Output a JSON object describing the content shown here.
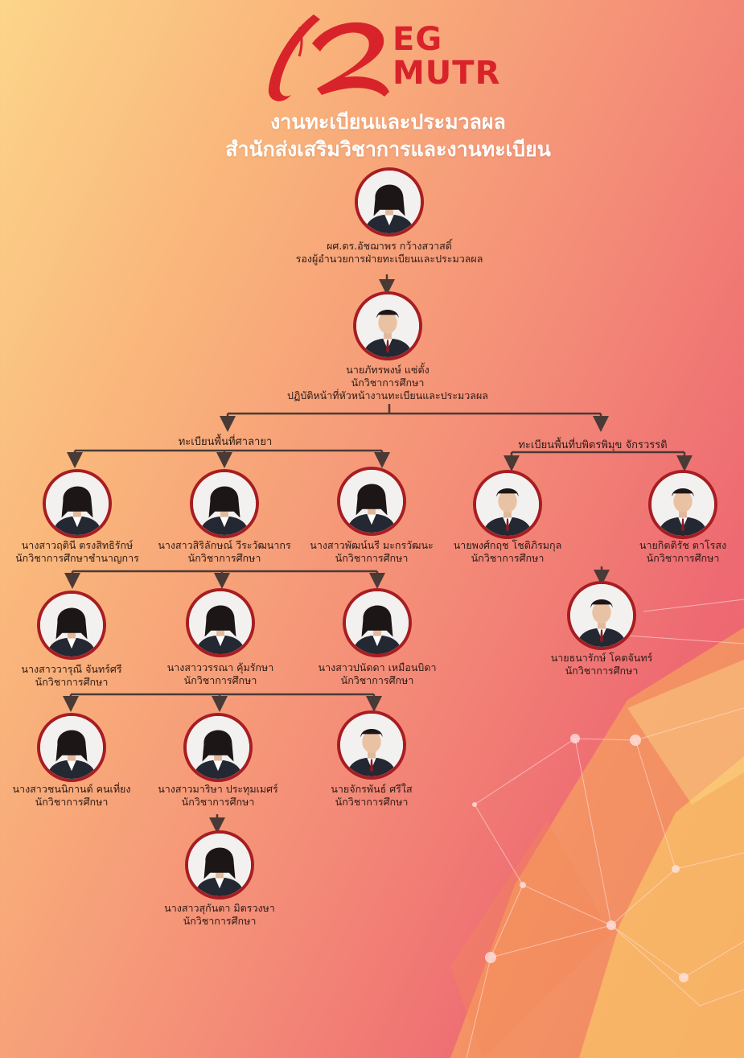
{
  "logo": {
    "line1": "EG",
    "line2": "MUTR"
  },
  "header": {
    "title": "งานทะเบียนและประมวลผล",
    "subtitle": "สำนักส่งเสริมวิชาการและงานทะเบียน"
  },
  "branches": {
    "salaya": "ทะเบียนพื้นที่ศาลายา",
    "bophit": "ทะเบียนพื้นที่บพิตรพิมุข จักรวรรดิ"
  },
  "people": [
    {
      "id": "p1",
      "name": "ผศ.ดร.อัชฌาพร กว้างสวาสดิ์",
      "role": "รองผู้อำนวยการฝ่ายทะเบียนและประมวลผล",
      "role2": "",
      "gender": "f"
    },
    {
      "id": "p2",
      "name": "นายภัทรพงษ์ แซ่ตั้ง",
      "role": "นักวิชาการศึกษา",
      "role2": "ปฏิบัติหน้าที่หัวหน้างานทะเบียนและประมวลผล",
      "gender": "m"
    },
    {
      "id": "p3",
      "name": "นางสาวฤตินี ตรงสิทธิรักษ์",
      "role": "นักวิชาการศึกษาชำนาญการ",
      "role2": "",
      "gender": "f"
    },
    {
      "id": "p4",
      "name": "นางสาวสิริลักษณ์ วีระวัฒนากร",
      "role": "นักวิชาการศึกษา",
      "role2": "",
      "gender": "f"
    },
    {
      "id": "p5",
      "name": "นางสาวพัฒน์นรี มะกรวัฒนะ",
      "role": "นักวิชาการศึกษา",
      "role2": "",
      "gender": "f"
    },
    {
      "id": "p6",
      "name": "นายพงศ์กฤช โชติภิรมกุล",
      "role": "นักวิชาการศึกษา",
      "role2": "",
      "gender": "m"
    },
    {
      "id": "p7",
      "name": "นายกิตติรัช ตาโรสง",
      "role": "นักวิชาการศึกษา",
      "role2": "",
      "gender": "m"
    },
    {
      "id": "p8",
      "name": "นางสาววารุณี จันทร์ศรี",
      "role": "นักวิชาการศึกษา",
      "role2": "",
      "gender": "f"
    },
    {
      "id": "p9",
      "name": "นางสาววรรณา คุ้มรักษา",
      "role": "นักวิชาการศึกษา",
      "role2": "",
      "gender": "f"
    },
    {
      "id": "p10",
      "name": "นางสาวปนัดดา เหมือนบิดา",
      "role": "นักวิชาการศึกษา",
      "role2": "",
      "gender": "f"
    },
    {
      "id": "p11",
      "name": "นายธนารักษ์ โคตจันทร์",
      "role": "นักวิชาการศึกษา",
      "role2": "",
      "gender": "m"
    },
    {
      "id": "p12",
      "name": "นางสาวชนนิกานต์ คนเที่ยง",
      "role": "นักวิชาการศึกษา",
      "role2": "",
      "gender": "f"
    },
    {
      "id": "p13",
      "name": "นางสาวมาริษา ประทุมเมศร์",
      "role": "นักวิชาการศึกษา",
      "role2": "",
      "gender": "f"
    },
    {
      "id": "p14",
      "name": "นายจักรพันธ์ ศรีใส",
      "role": "นักวิชาการศึกษา",
      "role2": "",
      "gender": "m"
    },
    {
      "id": "p15",
      "name": "นางสาวสุกันตา มิตรวงษา",
      "role": "นักวิชาการศึกษา",
      "role2": "",
      "gender": "f"
    }
  ],
  "colors": {
    "frame": "#a71d22",
    "line": "#4a3a36",
    "logo": "#d8232a"
  }
}
